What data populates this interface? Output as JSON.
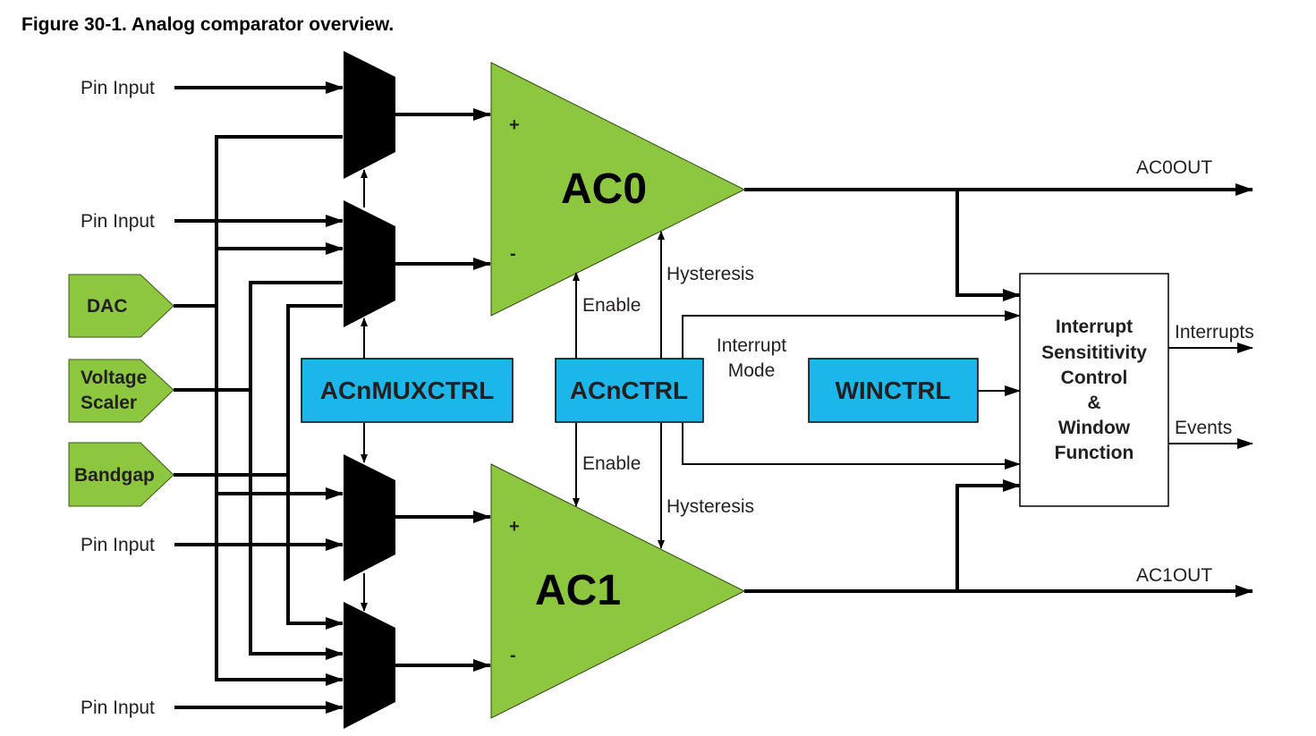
{
  "figure": {
    "title": "Figure 30-1. Analog comparator overview."
  },
  "inputs": {
    "pin_inputs": [
      "Pin Input",
      "Pin Input",
      "Pin Input",
      "Pin Input"
    ],
    "sources": [
      {
        "lines": [
          "DAC"
        ]
      },
      {
        "lines": [
          "Voltage",
          "Scaler"
        ]
      },
      {
        "lines": [
          "Bandgap"
        ]
      }
    ]
  },
  "comparators": [
    {
      "name": "AC0",
      "plus": "+",
      "minus": "-",
      "output": "AC0OUT"
    },
    {
      "name": "AC1",
      "plus": "+",
      "minus": "-",
      "output": "AC1OUT"
    }
  ],
  "registers": {
    "mux": "ACnMUXCTRL",
    "ctrl": "ACnCTRL",
    "win": "WINCTRL"
  },
  "signals": {
    "enable_top": "Enable",
    "enable_bottom": "Enable",
    "hysteresis_top": "Hysteresis",
    "hysteresis_bottom": "Hysteresis",
    "interrupt_mode": [
      "Interrupt",
      "Mode"
    ]
  },
  "interrupt_block": {
    "lines": [
      "Interrupt",
      "Sensititivity",
      "Control",
      "&",
      "Window",
      "Function"
    ],
    "outputs": [
      "Interrupts",
      "Events"
    ]
  },
  "colors": {
    "green": "#8dc63f",
    "blue": "#1bb7ea",
    "black": "#000000"
  }
}
